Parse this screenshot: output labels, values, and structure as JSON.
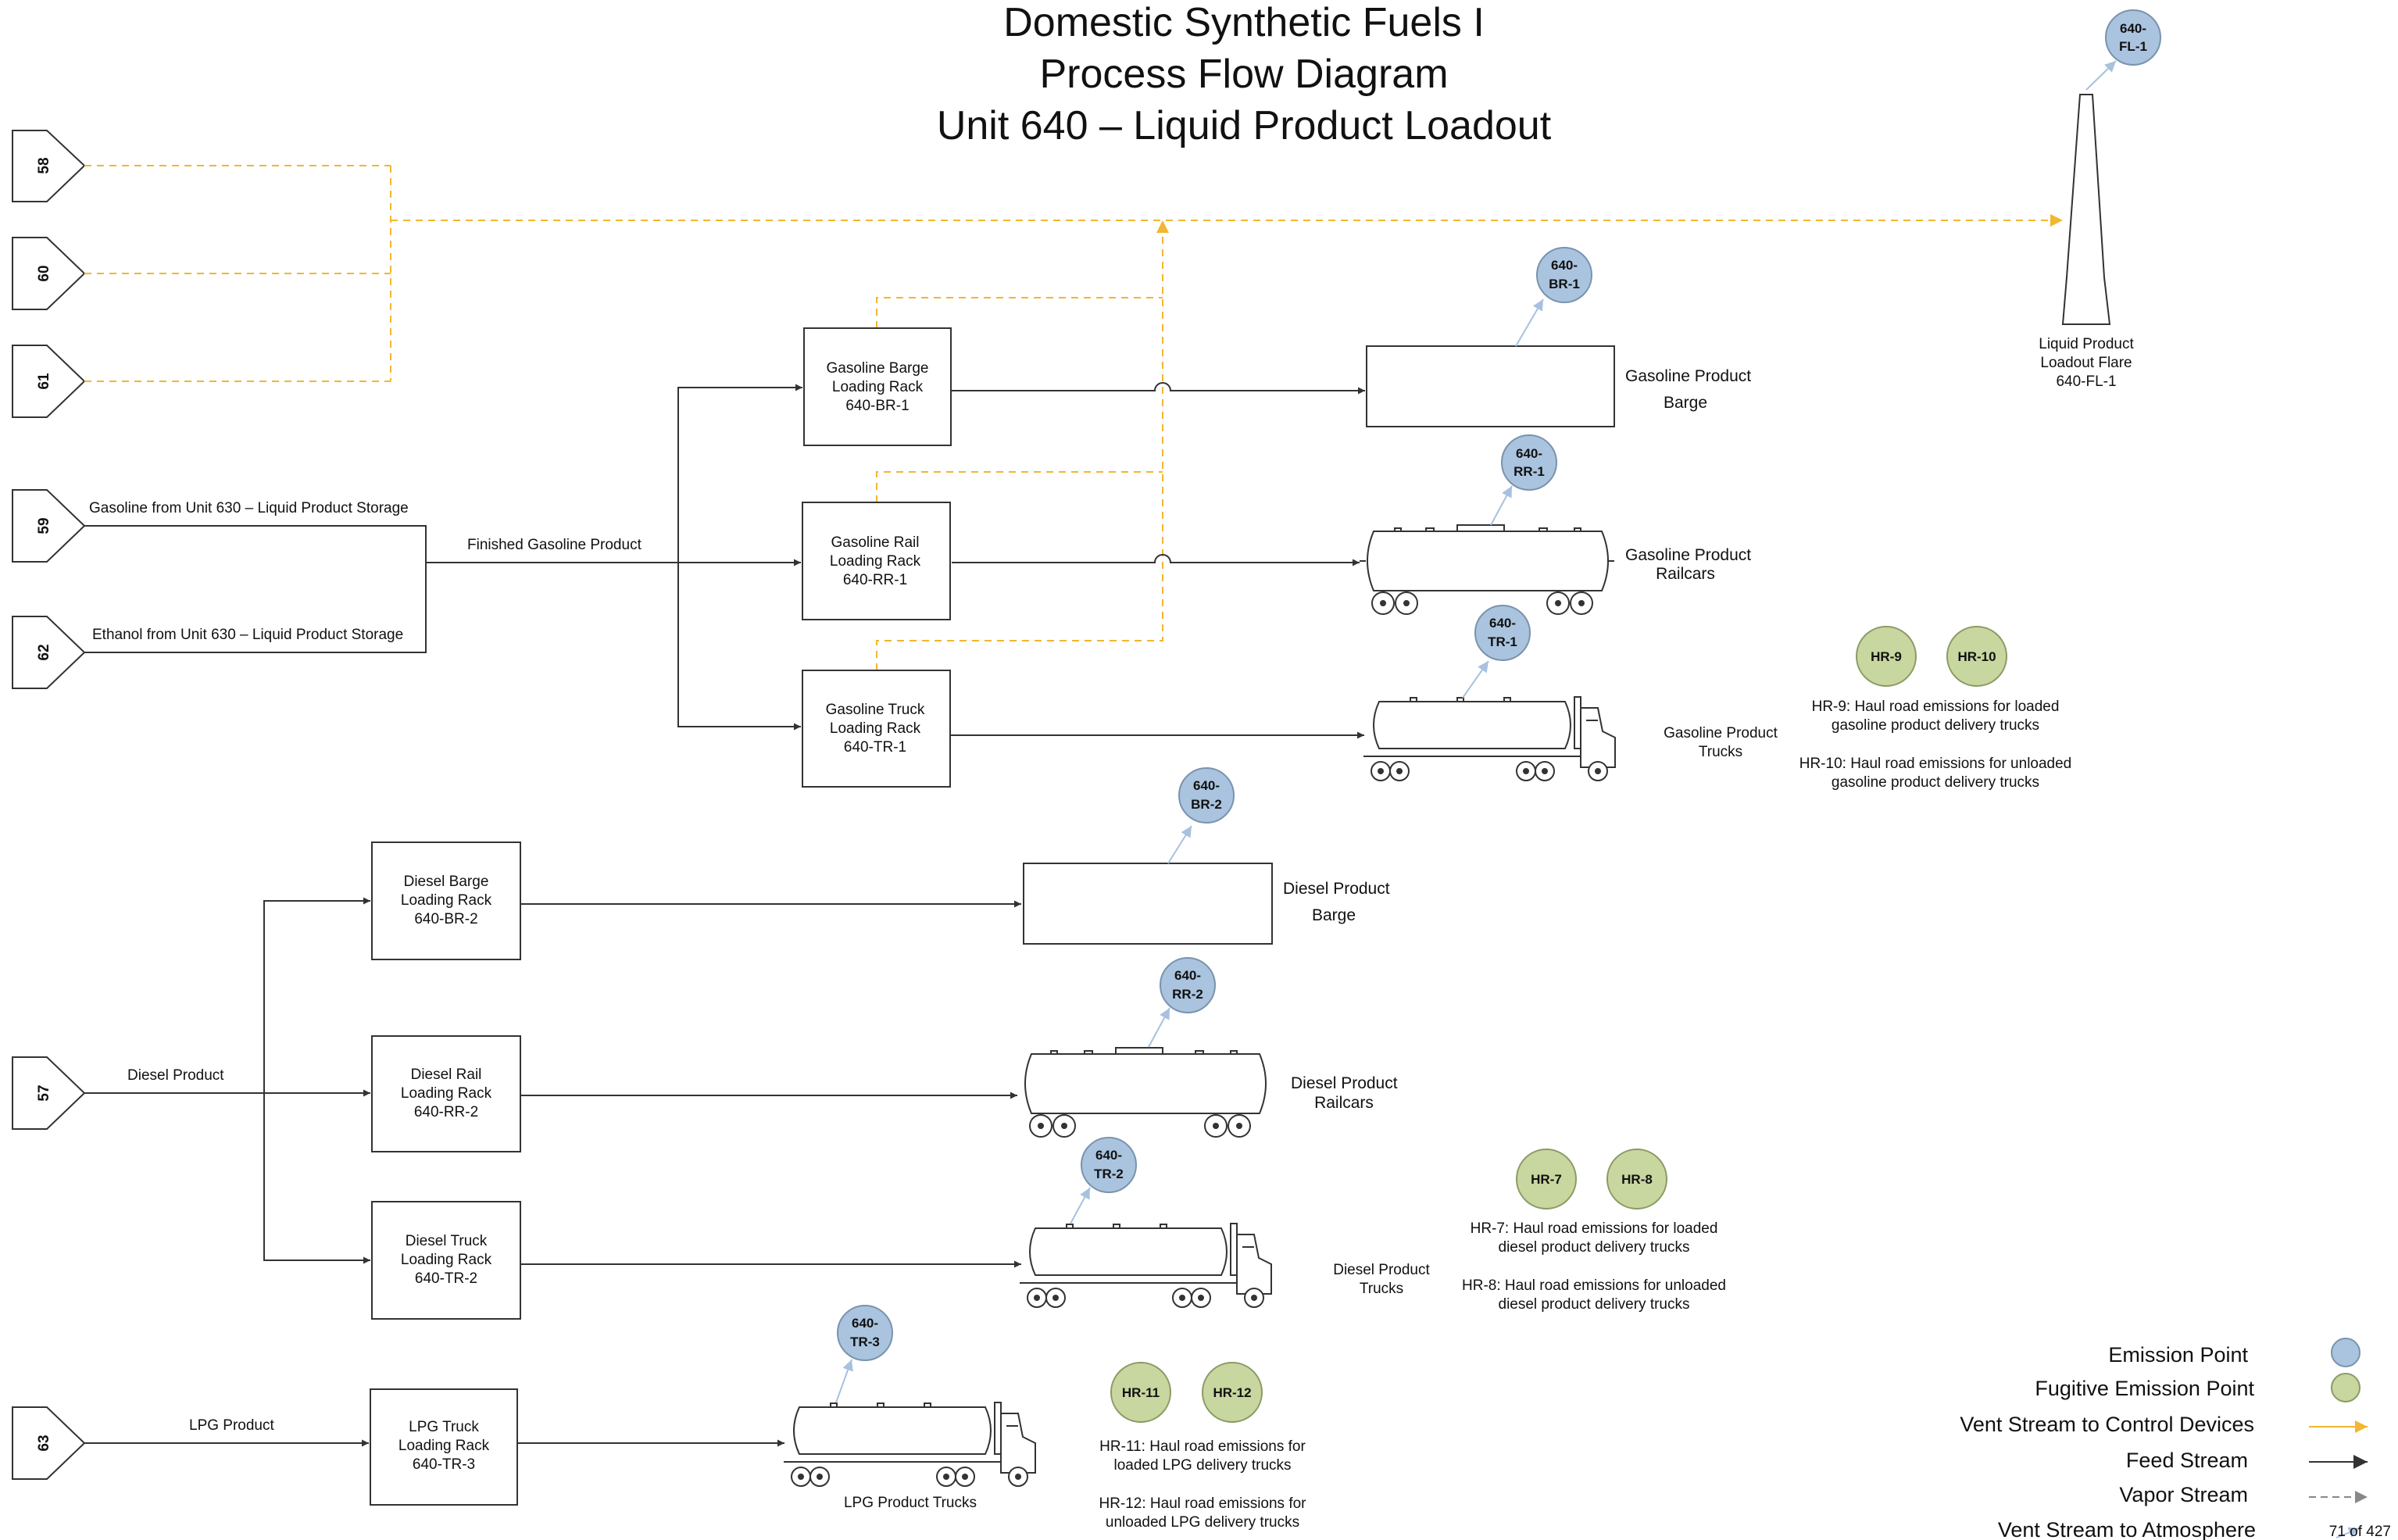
{
  "title": {
    "line1": "Domestic Synthetic Fuels I",
    "line2": "Process Flow Diagram",
    "line3": "Unit 640 – Liquid Product Loadout"
  },
  "offpage": {
    "s58": "58",
    "s60": "60",
    "s61": "61",
    "s59": "59",
    "s62": "62",
    "s57": "57",
    "s63": "63"
  },
  "streams": {
    "gasoline_from": "Gasoline from Unit 630 – Liquid Product Storage",
    "ethanol_from": "Ethanol from Unit 630 – Liquid Product Storage",
    "finished_gasoline": "Finished Gasoline Product",
    "diesel_product": "Diesel Product",
    "lpg_product": "LPG Product"
  },
  "racks": {
    "gbr": [
      "Gasoline Barge",
      "Loading Rack",
      "640-BR-1"
    ],
    "grr": [
      "Gasoline Rail",
      "Loading Rack",
      "640-RR-1"
    ],
    "gtr": [
      "Gasoline Truck",
      "Loading Rack",
      "640-TR-1"
    ],
    "dbr": [
      "Diesel Barge",
      "Loading Rack",
      "640-BR-2"
    ],
    "drr": [
      "Diesel Rail",
      "Loading Rack",
      "640-RR-2"
    ],
    "dtr": [
      "Diesel Truck",
      "Loading Rack",
      "640-TR-2"
    ],
    "ltr": [
      "LPG Truck",
      "Loading Rack",
      "640-TR-3"
    ]
  },
  "products": {
    "gas_barge": [
      "Gasoline Product",
      "Barge"
    ],
    "gas_rail": [
      "Gasoline Product",
      "Railcars"
    ],
    "gas_truck": [
      "Gasoline Product",
      "Trucks"
    ],
    "dsl_barge": [
      "Diesel Product",
      "Barge"
    ],
    "dsl_rail": [
      "Diesel Product",
      "Railcars"
    ],
    "dsl_truck": [
      "Diesel Product",
      "Trucks"
    ],
    "lpg_truck": "LPG Product Trucks"
  },
  "flare": [
    "Liquid Product",
    "Loadout Flare",
    "640-FL-1"
  ],
  "emission_points": {
    "fl1": [
      "640-",
      "FL-1"
    ],
    "br1": [
      "640-",
      "BR-1"
    ],
    "rr1": [
      "640-",
      "RR-1"
    ],
    "tr1": [
      "640-",
      "TR-1"
    ],
    "br2": [
      "640-",
      "BR-2"
    ],
    "rr2": [
      "640-",
      "RR-2"
    ],
    "tr2": [
      "640-",
      "TR-2"
    ],
    "tr3": [
      "640-",
      "TR-3"
    ]
  },
  "fugitive_points": {
    "hr9": "HR-9",
    "hr10": "HR-10",
    "hr7": "HR-7",
    "hr8": "HR-8",
    "hr11": "HR-11",
    "hr12": "HR-12"
  },
  "notes": {
    "hr9": [
      "HR-9: Haul road emissions for loaded",
      "gasoline product delivery trucks"
    ],
    "hr10": [
      "HR-10: Haul road emissions for unloaded",
      "gasoline product delivery trucks"
    ],
    "hr7": [
      "HR-7: Haul road emissions for loaded",
      "diesel product delivery trucks"
    ],
    "hr8": [
      "HR-8: Haul road emissions for unloaded",
      "diesel product delivery trucks"
    ],
    "hr11": [
      "HR-11: Haul road emissions for",
      "loaded LPG delivery trucks"
    ],
    "hr12": [
      "HR-12: Haul road emissions for",
      "unloaded LPG delivery trucks"
    ]
  },
  "legend": {
    "emission_point": "Emission Point",
    "fugitive_point": "Fugitive Emission Point",
    "vent_control": "Vent Stream to Control Devices",
    "feed": "Feed Stream",
    "vapor": "Vapor Stream",
    "vent_atm": "Vent Stream to Atmosphere"
  },
  "page_number": "71 of 427",
  "colors": {
    "emission_point": "#aac4df",
    "fugitive_point": "#c8d69f",
    "vent_control": "#f2b630",
    "feed": "#333333",
    "vapor": "#999999",
    "vent_atm": "#a7c1de"
  }
}
